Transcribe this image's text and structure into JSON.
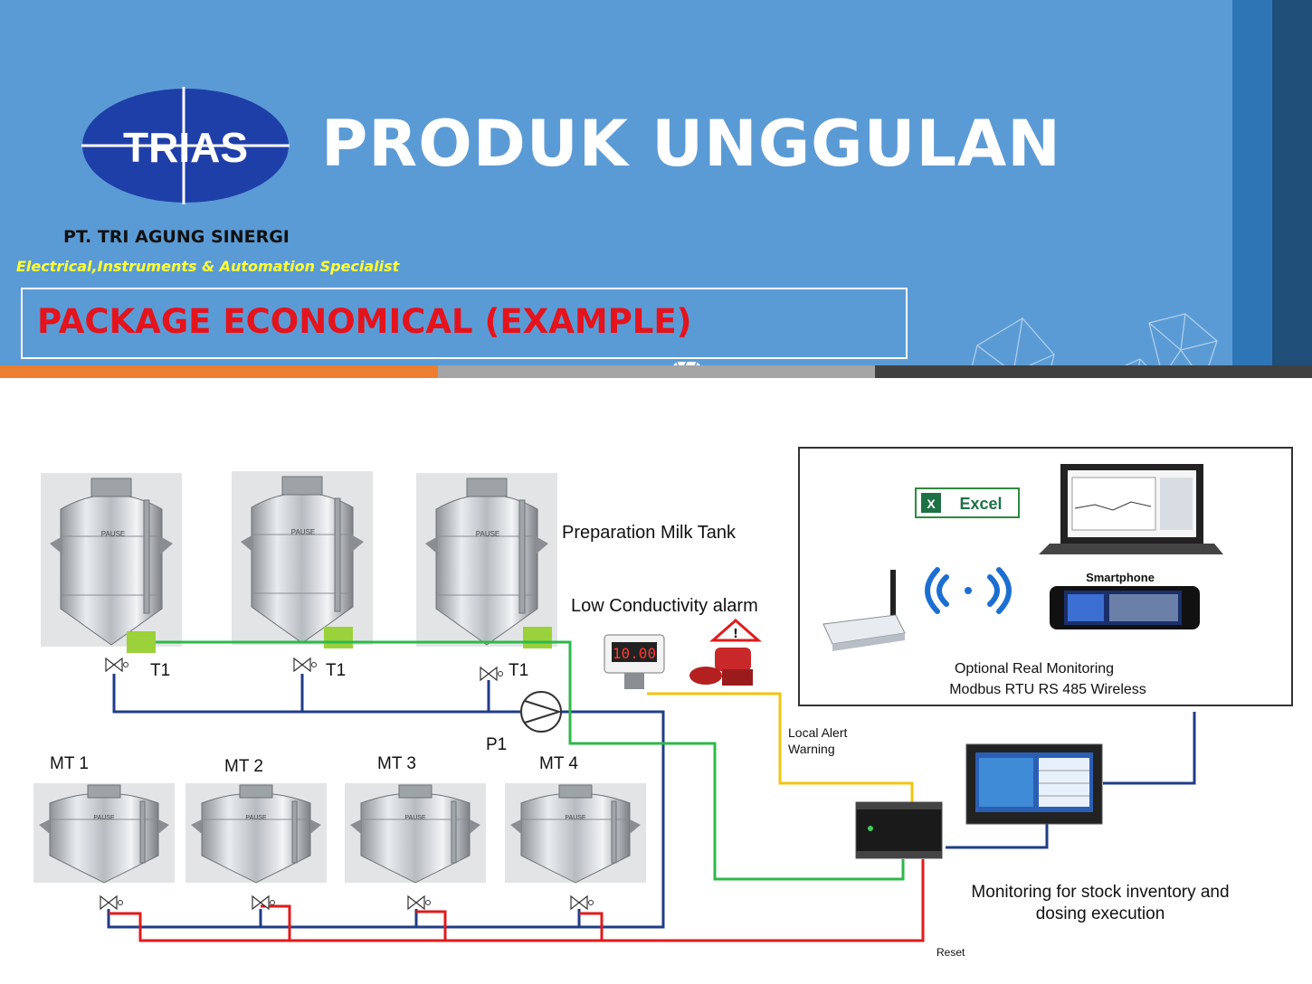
{
  "header": {
    "logo_text": "TRIAS",
    "title": "PRODUK UNGGULAN",
    "company": "PT. TRI AGUNG SINERGI",
    "tagline": "Electrical,Instruments & Automation Specialist",
    "package_title": "PACKAGE ECONOMICAL (EXAMPLE)"
  },
  "colors": {
    "banner": "#5b9bd5",
    "title_text": "#ffffff",
    "tagline_text": "#ffff33",
    "package_text": "#e5131c",
    "line_green": "#2eb84a",
    "line_blue": "#1f3c88",
    "line_red": "#e01b1b",
    "line_yellow": "#f2c40f"
  },
  "diagram": {
    "prep_tank_caption": "Preparation Milk Tank",
    "tank_plate_label": "PAUSE",
    "valve_labels": [
      "T1",
      "T1",
      "T1"
    ],
    "pump_label": "P1",
    "mixing_tanks": [
      "MT 1",
      "MT 2",
      "MT 3",
      "MT 4"
    ],
    "alarm_label": "Low Conductivity alarm",
    "meter_display": "10.00",
    "local_alert": [
      "Local Alert",
      "Warning"
    ],
    "monitoring_box": {
      "excel_label": "Excel",
      "smartphone_label": "Smartphone",
      "caption_line1": "Optional Real  Monitoring",
      "caption_line2": "Modbus RTU RS 485  Wireless"
    },
    "monitoring_caption": [
      "Monitoring for stock inventory and",
      "dosing execution"
    ],
    "reset_label": "Reset"
  }
}
